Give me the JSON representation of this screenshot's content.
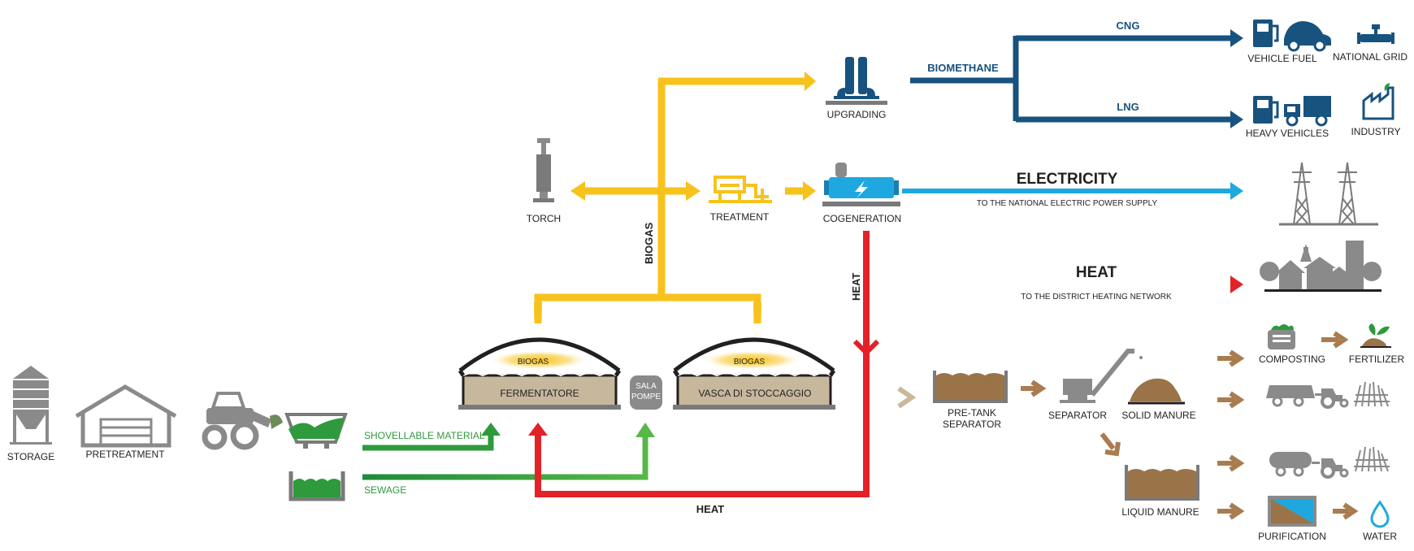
{
  "colors": {
    "biogas": "#f7c21c",
    "biomethane": "#18527e",
    "electricity": "#1fa8e0",
    "heat": "#e32227",
    "green": "#2e9a3c",
    "digestate": "#9a7348",
    "grey": "#7a7a7a",
    "brownArrow": "#a97c50"
  },
  "feed": {
    "storage": "STORAGE",
    "pretreatment": "PRETREATMENT",
    "shovellable": "SHOVELLABLE MATERIAL",
    "sewage": "SEWAGE"
  },
  "tanks": {
    "fermenter": "FERMENTATORE",
    "storage_tank": "VASCA DI STOCCAGGIO",
    "biogas_left": "BIOGAS",
    "biogas_right": "BIOGAS",
    "pump_line1": "SALA",
    "pump_line2": "POMPE"
  },
  "gas": {
    "biogas_vertical": "BIOGAS",
    "torch": "TORCH",
    "treatment": "TREATMENT",
    "upgrading": "UPGRADING",
    "cogeneration": "COGENERATION",
    "biomethane": "BIOMETHANE",
    "cng": "CNG",
    "lng": "LNG"
  },
  "outputs": {
    "vehicle_fuel": "VEHICLE FUEL",
    "national_grid": "NATIONAL GRID",
    "heavy_vehicles": "HEAVY VEHICLES",
    "industry": "INDUSTRY",
    "electricity": "ELECTRICITY",
    "electricity_sub": "TO THE NATIONAL ELECTRIC POWER SUPPLY",
    "heat": "HEAT",
    "heat_sub": "TO THE DISTRICT HEATING NETWORK",
    "heat_vertical": "HEAT",
    "heat_bottom": "HEAT"
  },
  "digestate": {
    "pretank_line1": "PRE-TANK",
    "pretank_line2": "SEPARATOR",
    "separator": "SEPARATOR",
    "solid_manure": "SOLID MANURE",
    "liquid_manure": "LIQUID MANURE",
    "composting": "COMPOSTING",
    "fertilizer": "FERTILIZER",
    "purification": "PURIFICATION",
    "water": "WATER"
  }
}
